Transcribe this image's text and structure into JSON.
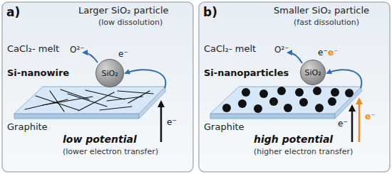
{
  "diagram": {
    "nodes": [
      {
        "text": [
          "a)"
        ]
      },
      {
        "text": [
          "SiO₂"
        ],
        "in": 0
      },
      {
        "text": [
          "b)"
        ]
      },
      {
        "text": [
          "SiO₂"
        ],
        "in": 2
      }
    ],
    "labels": [
      "Larger SiO₂ particle",
      "(low dissolution)",
      "CaCl₂- melt",
      "O²⁻",
      "e⁻",
      "Si-nanowire",
      "Graphite",
      "low potential",
      "(lower electron transfer)",
      "e⁻",
      "Smaller SiO₂ particle",
      "(fast dissolution)",
      "CaCl₂- melt",
      "O²⁻",
      "e⁻",
      "e⁻",
      "Si-nanoparticles",
      "Graphite",
      "high potential",
      "(higher electron transfer)",
      "e⁻",
      "e⁻"
    ]
  }
}
